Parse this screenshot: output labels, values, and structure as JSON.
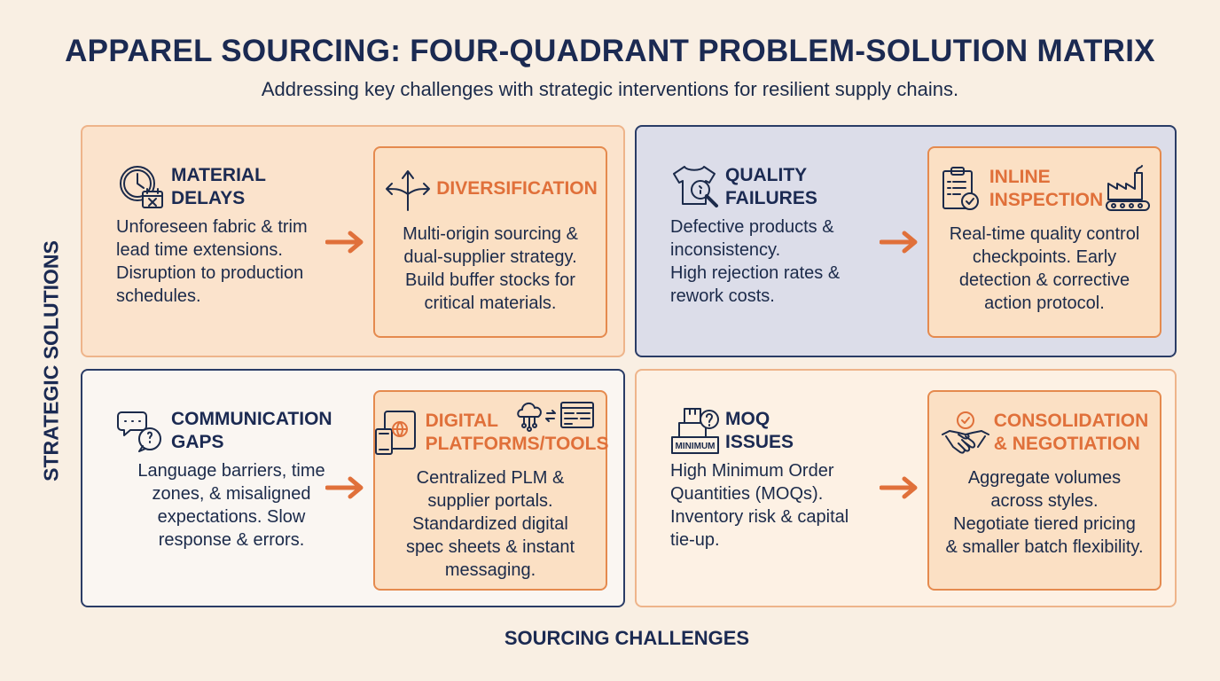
{
  "header": {
    "title": "APPAREL SOURCING: FOUR-QUADRANT PROBLEM-SOLUTION MATRIX",
    "subtitle": "Addressing key challenges with strategic interventions for resilient supply chains."
  },
  "axes": {
    "y_label": "STRATEGIC SOLUTIONS",
    "x_label": "SOURCING CHALLENGES"
  },
  "quadrants": [
    {
      "challenge": {
        "icon": "clock-calendar-icon",
        "title": "MATERIAL\nDELAYS",
        "description": "Unforeseen fabric & trim\nlead time extensions.\nDisruption to production\nschedules."
      },
      "solution": {
        "icon": "diverging-arrows-icon",
        "title": "DIVERSIFICATION",
        "description": "Multi-origin sourcing &\ndual-supplier strategy.\nBuild buffer stocks for\ncritical materials."
      }
    },
    {
      "challenge": {
        "icon": "shirt-magnifier-icon",
        "title": "QUALITY\nFAILURES",
        "description": "Defective products &\ninconsistency.\nHigh rejection rates &\nrework costs."
      },
      "solution": {
        "icon": "clipboard-check-icon",
        "icon2": "factory-icon",
        "title": "INLINE\nINSPECTION",
        "description": "Real-time quality control\ncheckpoints. Early\ndetection & corrective\naction protocol."
      }
    },
    {
      "challenge": {
        "icon": "chat-bubbles-icon",
        "title": "COMMUNICATION\nGAPS",
        "description": "Language barriers, time\nzones, & misaligned\nexpectations. Slow\nresponse & errors."
      },
      "solution": {
        "icon": "devices-globe-icon",
        "icon2": "cloud-window-icon",
        "title": "DIGITAL\nPLATFORMS/TOOLS",
        "description": "Centralized PLM &\nsupplier portals.\nStandardized digital\nspec sheets & instant\nmessaging."
      }
    },
    {
      "challenge": {
        "icon": "boxes-minimum-icon",
        "icon_text": "MINIMUM",
        "title": "MOQ\nISSUES",
        "description": "High Minimum Order\nQuantities (MOQs).\nInventory risk & capital\ntie-up."
      },
      "solution": {
        "icon": "handshake-icon",
        "title": "CONSOLIDATION\n& NEGOTIATION",
        "description": "Aggregate volumes\nacross styles.\nNegotiate tiered pricing\n& smaller batch flexibility."
      }
    }
  ],
  "colors": {
    "accent": "#e0703a",
    "navy": "#1b2a52",
    "background": "#f9efe3"
  }
}
